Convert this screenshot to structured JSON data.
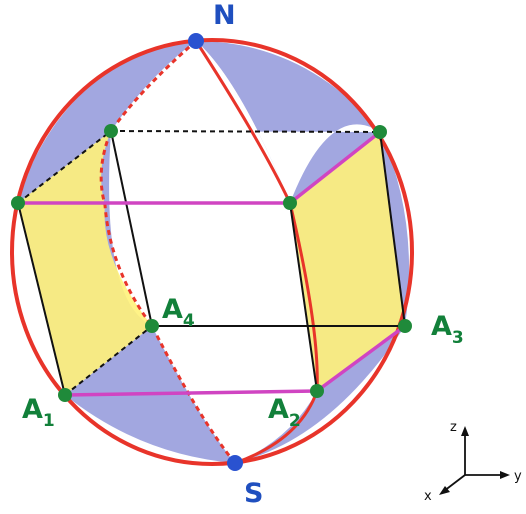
{
  "labels": {
    "north": "N",
    "south": "S",
    "a1": {
      "base": "A",
      "sub": "1"
    },
    "a2": {
      "base": "A",
      "sub": "2"
    },
    "a3": {
      "base": "A",
      "sub": "3"
    },
    "a4": {
      "base": "A",
      "sub": "4"
    }
  },
  "axes": {
    "z": "z",
    "y": "y",
    "x": "x"
  },
  "colors": {
    "sphere_outline": "#e8342a",
    "cap_fill": "#9aa0dd",
    "side_fill": "#fff27a",
    "pink_edge": "#d045c2",
    "black_edge": "#111111",
    "vertex": "#1f8a3a",
    "pole": "#2a52d0"
  }
}
